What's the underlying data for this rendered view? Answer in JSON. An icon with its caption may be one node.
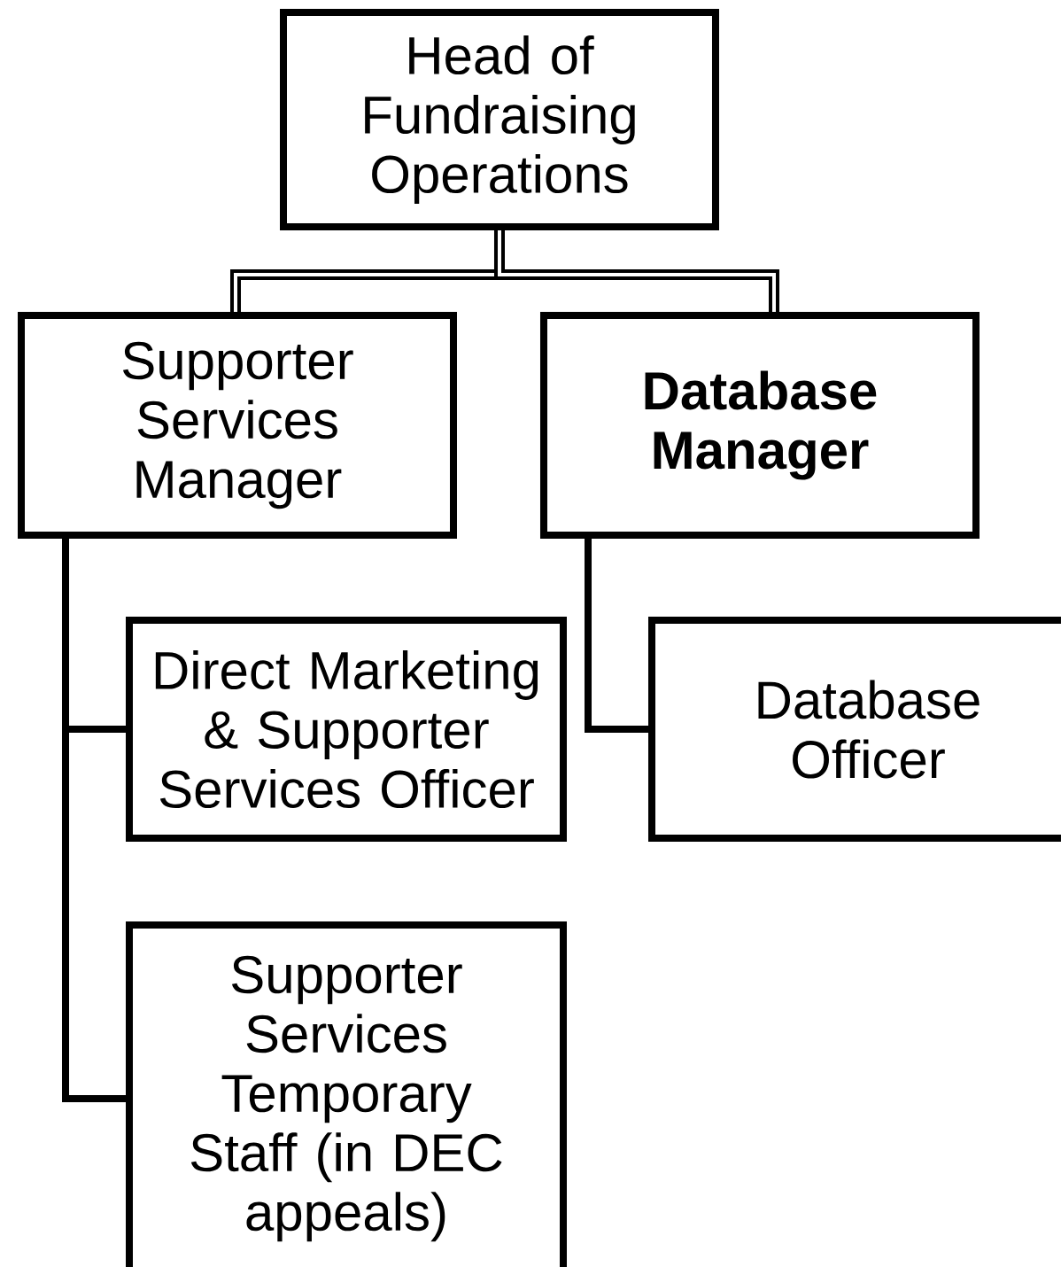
{
  "diagram": {
    "nodes": [
      {
        "text": [
          "Head of Fundraising Operations"
        ]
      },
      {
        "text": [
          "Supporter Services Manager"
        ]
      },
      {
        "text": [
          "Database Manager"
        ]
      },
      {
        "text": [
          "Direct Marketing & Supporter Services Officer"
        ]
      },
      {
        "text": [
          "Database Officer"
        ]
      },
      {
        "text": [
          "Supporter Services Temporary Staff (in DEC appeals)"
        ]
      }
    ],
    "edges": [
      {
        "from": 0,
        "to": 1,
        "arrow": "none"
      },
      {
        "from": 0,
        "to": 2,
        "arrow": "none"
      },
      {
        "from": 1,
        "to": 3,
        "arrow": "none"
      },
      {
        "from": 1,
        "to": 5,
        "arrow": "none"
      },
      {
        "from": 2,
        "to": 4,
        "arrow": "none"
      }
    ]
  }
}
